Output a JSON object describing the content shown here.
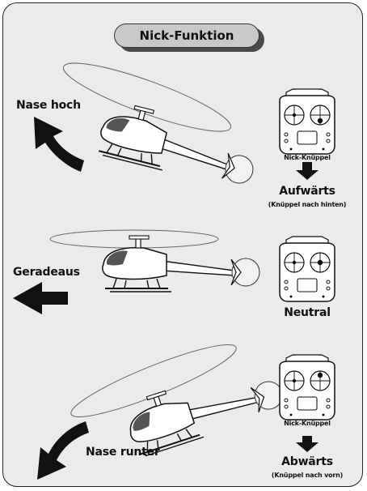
{
  "title": "Nick-Funktion",
  "sections": [
    {
      "side_label": "Nase hoch",
      "stick_caption": "Nick-Knüppel",
      "direction": "Aufwärts",
      "direction_note": "(Knüppel nach hinten)"
    },
    {
      "side_label": "Geradeaus",
      "direction": "Neutral"
    },
    {
      "side_label": "Nase runter",
      "stick_caption": "Nick-Knüppel",
      "direction": "Abwärts",
      "direction_note": "(Knüppel nach vorn)"
    }
  ],
  "colors": {
    "background": "#ebebeb",
    "pill": "#c9c9c9",
    "ink": "#111111",
    "window": "#555555"
  }
}
